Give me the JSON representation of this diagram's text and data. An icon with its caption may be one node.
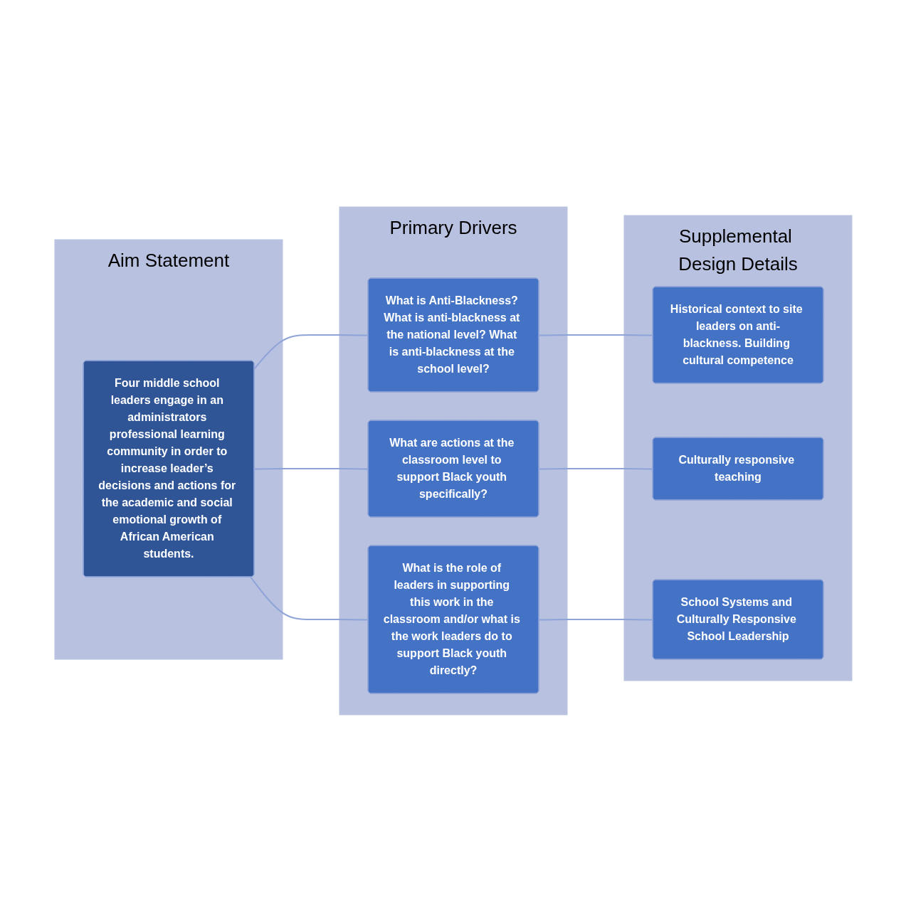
{
  "diagram": {
    "nodes": [
      {
        "text": [
          "Aim Statement"
        ]
      },
      {
        "text": [
          "Four middle school leaders engage in an administrators professional learning community in order to increase leader’s decisions and actions for the academic and social emotional growth of African American students."
        ],
        "in": 0
      },
      {
        "text": [
          "Primary Drivers"
        ]
      },
      {
        "text": [
          "What is Anti-Blackness? What is anti-blackness at the national level? What is anti-blackness at the school level?"
        ],
        "in": 2
      },
      {
        "text": [
          "What are actions at the classroom level to support Black youth specifically?"
        ],
        "in": 2
      },
      {
        "text": [
          "What is the role of leaders in supporting this work in the classroom and/or what is the work leaders do to support Black youth directly?"
        ],
        "in": 2
      },
      {
        "text": [
          "Supplemental Design Details"
        ]
      },
      {
        "text": [
          "Historical context to site leaders on anti-blackness. Building cultural competence"
        ],
        "in": 6
      },
      {
        "text": [
          "Culturally responsive teaching"
        ],
        "in": 6
      },
      {
        "text": [
          "School Systems and Culturally Responsive School Leadership"
        ],
        "in": 6
      }
    ],
    "edges": [
      {
        "from": 1,
        "to": 3,
        "arrow": "none"
      },
      {
        "from": 1,
        "to": 4,
        "arrow": "none"
      },
      {
        "from": 1,
        "to": 5,
        "arrow": "none"
      },
      {
        "from": 3,
        "to": 7,
        "arrow": "none"
      },
      {
        "from": 4,
        "to": 8,
        "arrow": "none"
      },
      {
        "from": 5,
        "to": 9,
        "arrow": "none"
      }
    ]
  }
}
